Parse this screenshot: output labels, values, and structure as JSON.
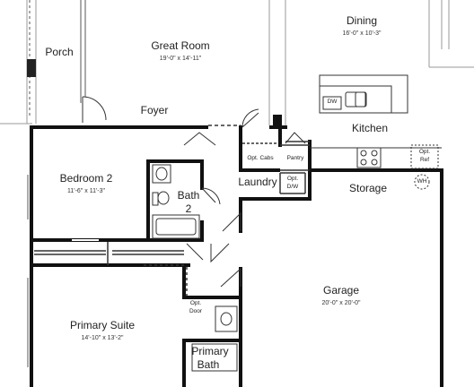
{
  "rooms": {
    "dining": {
      "name": "Dining",
      "dims": "16'-0\" x 10'-3\""
    },
    "great_room": {
      "name": "Great Room",
      "dims": "19'-0\" x 14'-11\""
    },
    "porch": {
      "name": "Porch"
    },
    "foyer": {
      "name": "Foyer"
    },
    "kitchen": {
      "name": "Kitchen"
    },
    "bedroom2": {
      "name": "Bedroom 2",
      "dims": "11'-6\" x 11'-3\""
    },
    "bath2": {
      "name_line1": "Bath",
      "name_line2": "2"
    },
    "laundry": {
      "name": "Laundry"
    },
    "storage": {
      "name": "Storage"
    },
    "garage": {
      "name": "Garage",
      "dims": "20'-0\" x 20'-0\""
    },
    "primary_suite": {
      "name": "Primary Suite",
      "dims": "14'-10\" x 13'-2\""
    },
    "primary_bath": {
      "name_line1": "Primary",
      "name_line2": "Bath"
    }
  },
  "fixtures": {
    "dishwasher": "DW",
    "opt_cabs": "Opt. Cabs",
    "pantry": "Pantry",
    "opt_dw": {
      "line1": "Opt.",
      "line2": "D/W"
    },
    "opt_ref": {
      "line1": "Opt.",
      "line2": "Ref"
    },
    "water_heater": "WH",
    "opt_door": {
      "line1": "Opt.",
      "line2": "Door"
    }
  }
}
